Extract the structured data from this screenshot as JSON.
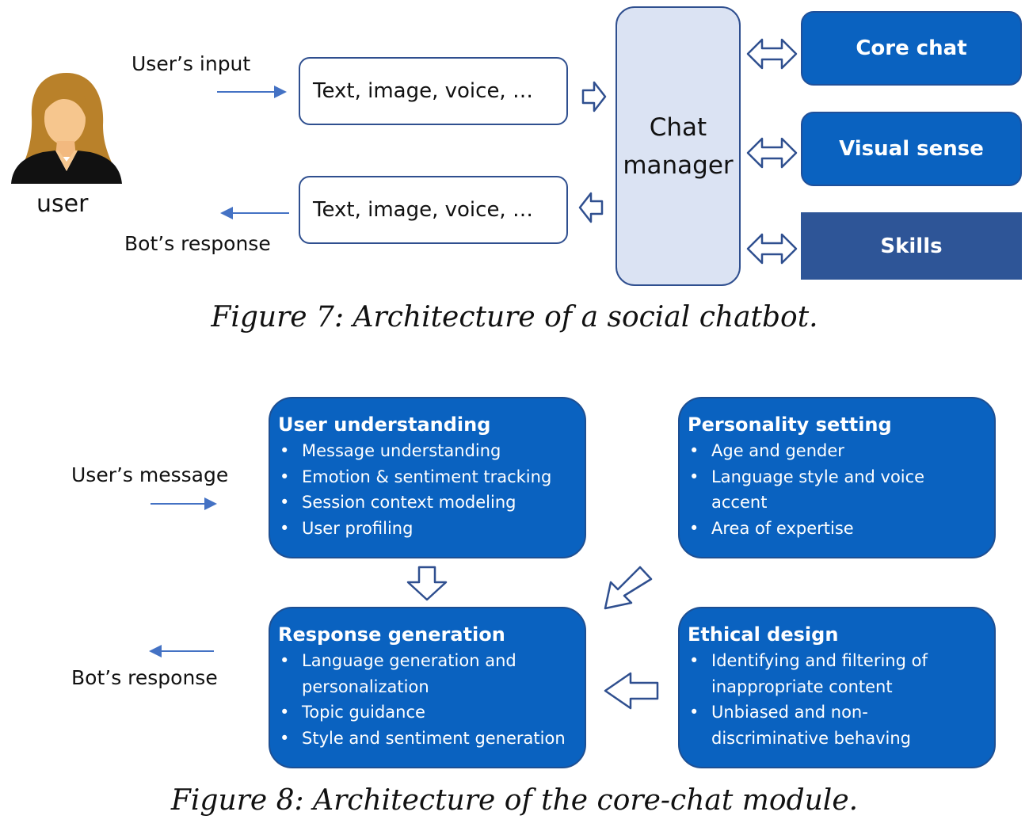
{
  "fig7": {
    "user_label": "user",
    "input_label": "User’s input",
    "response_label": "Bot’s response",
    "input_box": "Text, image, voice, …",
    "output_box": "Text, image, voice, …",
    "manager_line1": "Chat",
    "manager_line2": "manager",
    "modules": [
      "Core chat",
      "Visual sense",
      "Skills"
    ],
    "caption": "Figure 7: Architecture of a social chatbot."
  },
  "fig8": {
    "message_label": "User’s message",
    "response_label": "Bot’s response",
    "boxes": [
      {
        "title": "User understanding",
        "bullets": [
          "Message understanding",
          "Emotion & sentiment tracking",
          "Session context modeling",
          "User profiling"
        ]
      },
      {
        "title": "Personality setting",
        "bullets": [
          "Age and gender",
          "Language style and voice accent",
          "Area of expertise"
        ]
      },
      {
        "title": "Response generation",
        "bullets": [
          "Language generation and personalization",
          "Topic guidance",
          "Style and sentiment generation"
        ]
      },
      {
        "title": "Ethical design",
        "bullets": [
          "Identifying and filtering of inappropriate content",
          "Unbiased and non-discriminative behaving"
        ]
      }
    ],
    "caption": "Figure 8: Architecture of the core-chat module."
  },
  "colors": {
    "module_blue": "#0a62c0",
    "skills_blue": "#2e5597",
    "manager_fill": "#dbe3f3",
    "outline": "#2f4f8f",
    "arrow": "#4472c4"
  }
}
